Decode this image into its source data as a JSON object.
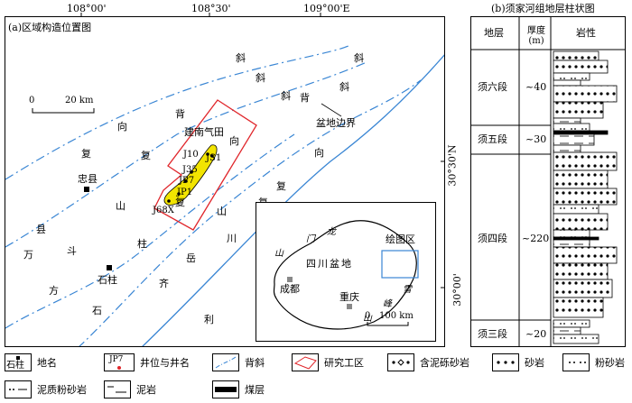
{
  "map": {
    "panel_label": "(a)区域构造位置图",
    "longitudes": [
      "108°00'",
      "108°30'",
      "109°00'E"
    ],
    "latitudes": [
      "30°30'N",
      "30°00'"
    ],
    "scale_bar": {
      "start": "0",
      "end": "20 km"
    },
    "study_area_label": "建南气田",
    "wells": [
      "J10",
      "JS1",
      "J35",
      "JP7",
      "JP1",
      "J68X"
    ],
    "places": [
      "忠县",
      "石柱"
    ],
    "structures": {
      "anticline_1": [
        "万",
        "县",
        "复",
        "向",
        "斜"
      ],
      "anticline_2": [
        "方",
        "斗",
        "山",
        "复",
        "背",
        "斜"
      ],
      "anticline_3": [
        "石",
        "柱",
        "复",
        "向",
        "斜"
      ],
      "anticline_4": [
        "齐",
        "岳",
        "山",
        "复",
        "背",
        "斜"
      ],
      "anticline_5": [
        "利",
        "川",
        "复",
        "向",
        "斜"
      ]
    },
    "basin_edge_label": "盆地边界",
    "inset": {
      "basin_name": "四川盆地",
      "cities": [
        "成都",
        "重庆"
      ],
      "mountains": [
        "龙",
        "门",
        "山",
        "雪",
        "峰",
        "山"
      ],
      "box_label": "绘图区",
      "scale": {
        "start": "0",
        "end": "100 km"
      }
    }
  },
  "column": {
    "panel_label": "(b)须家河组地层柱状图",
    "headers": [
      "地层",
      "厚度(m)",
      "岩性"
    ],
    "rows": [
      {
        "name": "须六段",
        "thickness": "~40"
      },
      {
        "name": "须五段",
        "thickness": "~30"
      },
      {
        "name": "须四段",
        "thickness": "~220"
      },
      {
        "name": "须三段",
        "thickness": "~20"
      }
    ]
  },
  "legend": {
    "items": [
      {
        "icon": "place-marker-icon",
        "box_text": "石柱",
        "label": "地名"
      },
      {
        "icon": "well-marker-icon",
        "box_text": "JP7",
        "label": "井位与井名"
      },
      {
        "icon": "anticline-line-icon",
        "label": "背斜"
      },
      {
        "icon": "study-area-icon",
        "label": "研究工区"
      },
      {
        "icon": "muddy-conglomerate-icon",
        "label": "含泥砾砂岩"
      },
      {
        "icon": "sandstone-icon",
        "label": "砂岩"
      },
      {
        "icon": "siltstone-icon",
        "label": "粉砂岩"
      },
      {
        "icon": "muddy-siltstone-icon",
        "label": "泥质粉砂岩"
      },
      {
        "icon": "mudstone-icon",
        "label": "泥岩"
      },
      {
        "icon": "coal-icon",
        "label": "煤层"
      }
    ]
  },
  "colors": {
    "anticline": "#3a86d4",
    "study_area": "#e0262b",
    "gas_field": "#f2e400",
    "inset_box": "#3a86d4"
  }
}
